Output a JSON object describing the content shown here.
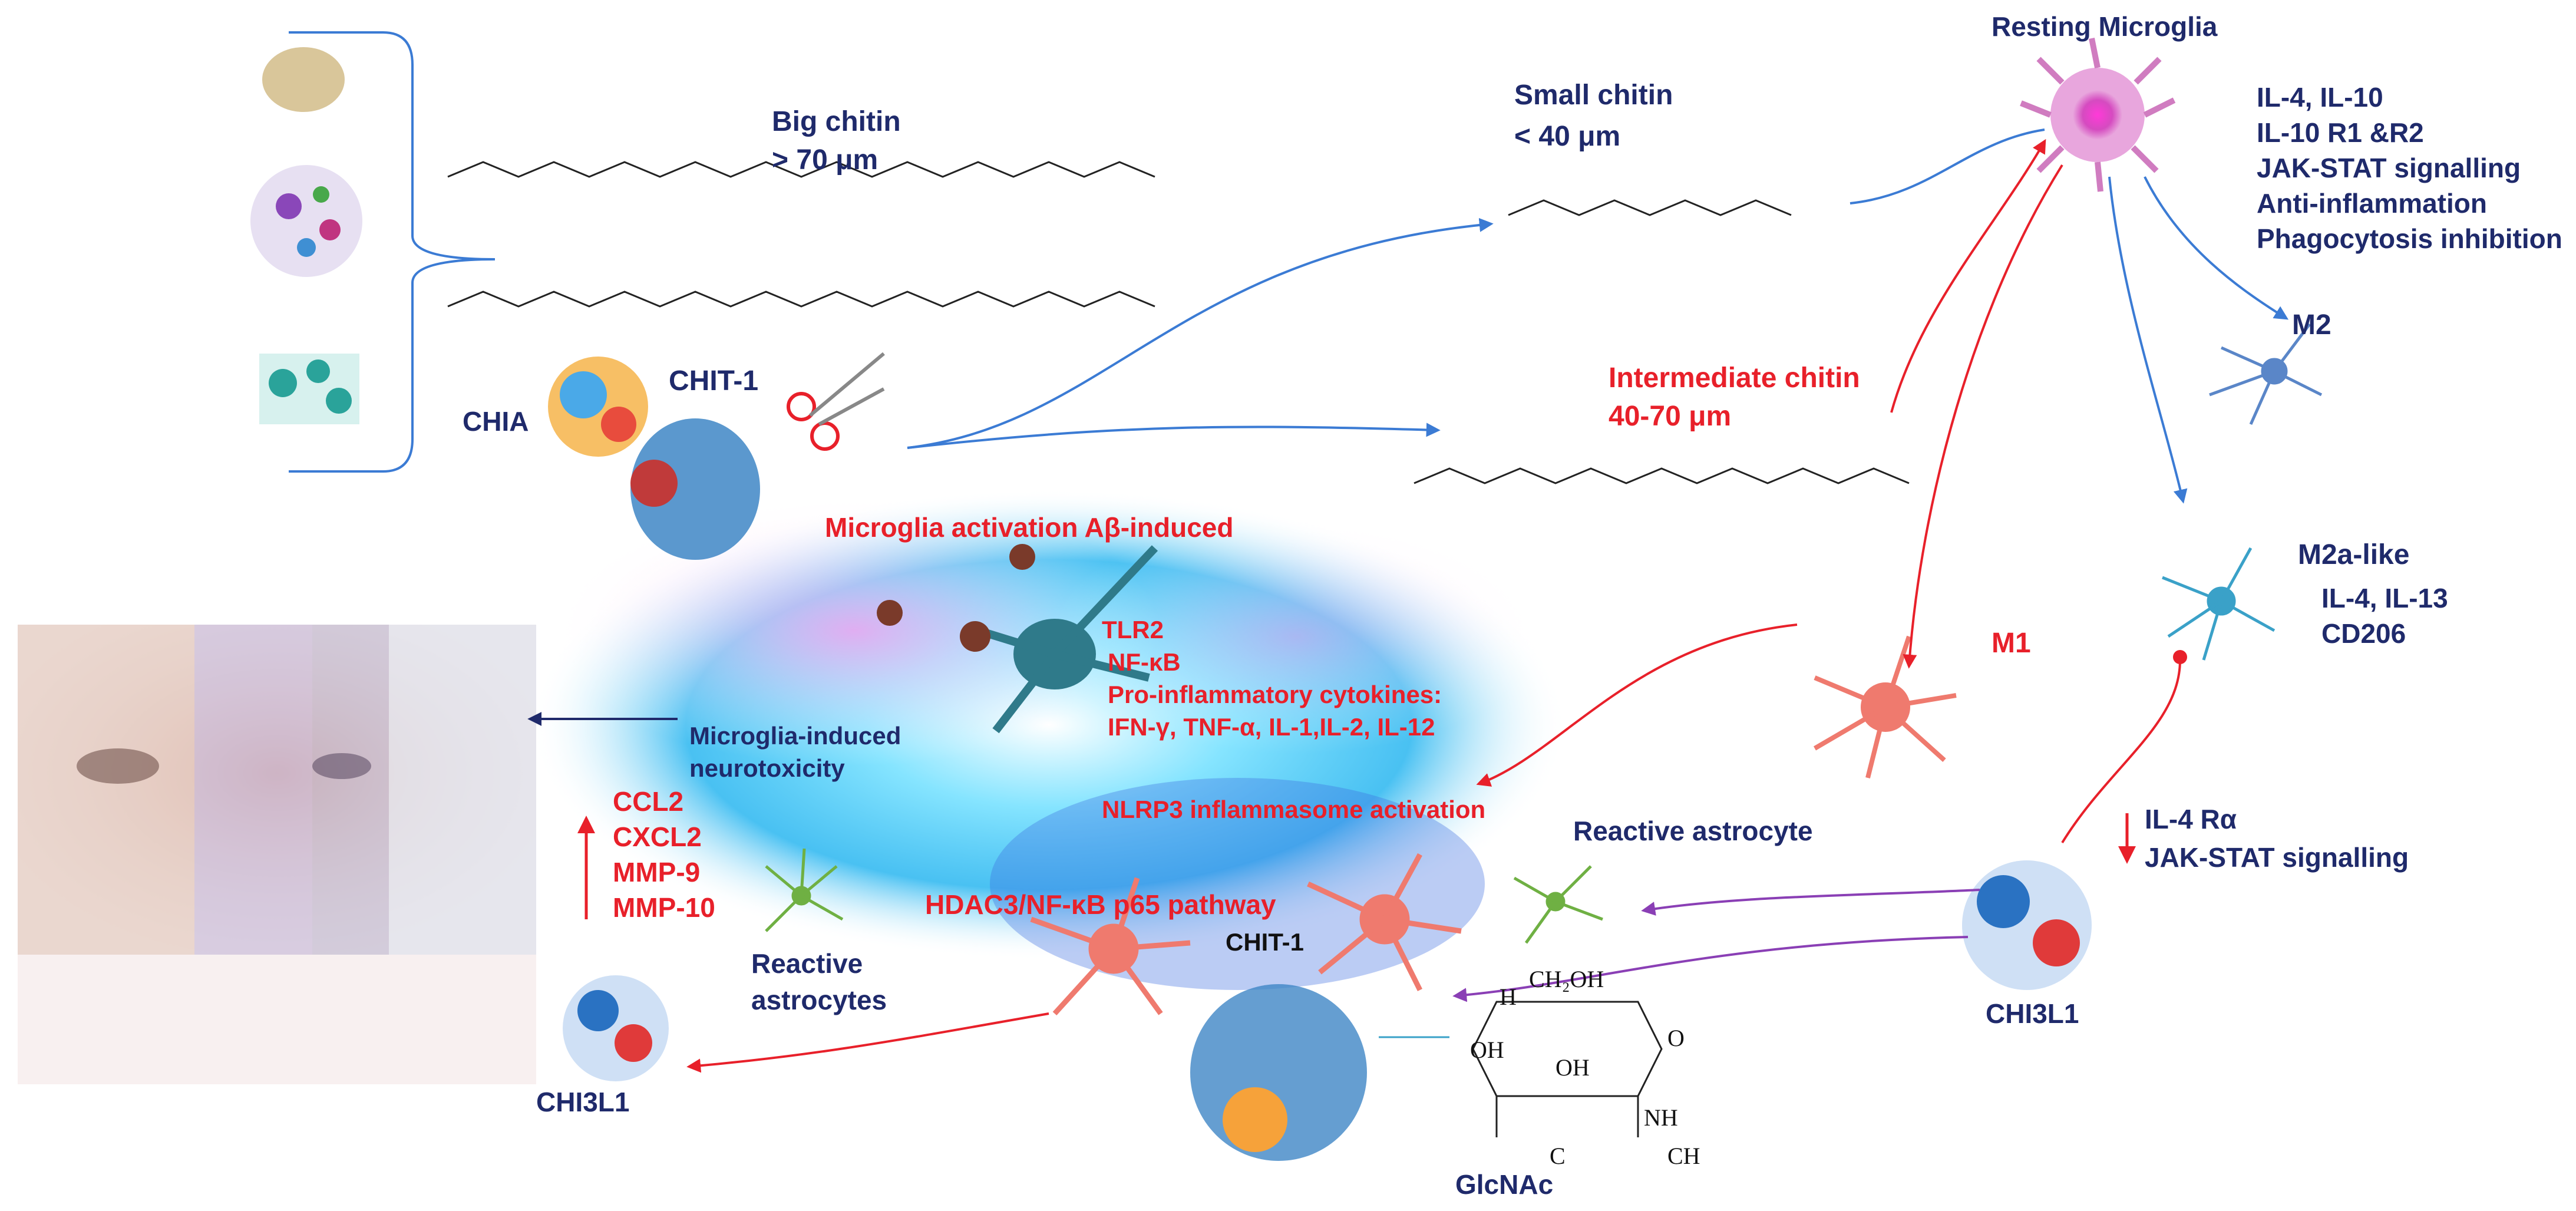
{
  "colors": {
    "navy": "#1f2a6b",
    "red": "#e8202a",
    "blue_arrow": "#3b7bd4",
    "red_arrow": "#e8202a",
    "purple_arrow": "#8a3fb5",
    "microglia_pink": "#e056c8"
  },
  "labels": {
    "big_chitin": "Big chitin",
    "big_chitin_size": "> 70 μm",
    "small_chitin": "Small chitin",
    "small_chitin_size": "< 40 μm",
    "intermediate_chitin": "Intermediate chitin",
    "intermediate_chitin_size": "40-70 μm",
    "chia": "CHIA",
    "chit1_top": "CHIT-1",
    "resting_microglia": "Resting Microglia",
    "m2_list": [
      "IL-4, IL-10",
      "IL-10 R1 &R2",
      "JAK-STAT signalling",
      "Anti-inflammation",
      "Phagocytosis inhibition"
    ],
    "m2": "M2",
    "m2a_like": "M2a-like",
    "m2a_markers": [
      "IL-4, IL-13",
      "CD206"
    ],
    "m1": "M1",
    "microglia_activation": "Microglia activation Aβ-induced",
    "tlr2": "TLR2",
    "nfkb": "NF-κB",
    "pro_inflammatory": "Pro-inflammatory cytokines:",
    "cytokines": "IFN-γ, TNF-α, IL-1,IL-2, IL-12",
    "microglia_neurotox": [
      "Microglia-induced",
      "neurotoxicity"
    ],
    "nlrp3": "NLRP3 inflammasome activation",
    "chemokines": [
      "CCL2",
      "CXCL2",
      "MMP-9",
      "MMP-10"
    ],
    "hdac3": "HDAC3/NF-κB p65 pathway",
    "chit1_bottom": "CHIT-1",
    "reactive_astrocytes": [
      "Reactive",
      "astrocytes"
    ],
    "reactive_astrocyte": "Reactive astrocyte",
    "il4ra": "IL-4 Rα",
    "jak_stat": "JAK-STAT signalling",
    "chi3l1_right": "CHI3L1",
    "chi3l1_left": "CHI3L1",
    "glcnac": "GlcNAc",
    "glcnac_ch2oh": "CH₂OH",
    "glcnac_oh_left": "OH",
    "glcnac_oh_mid": "OH",
    "glcnac_o": "O",
    "glcnac_nh": "NH",
    "glcnac_c": "C",
    "glcnac_ch": "CH",
    "glcnac_h": "H"
  }
}
